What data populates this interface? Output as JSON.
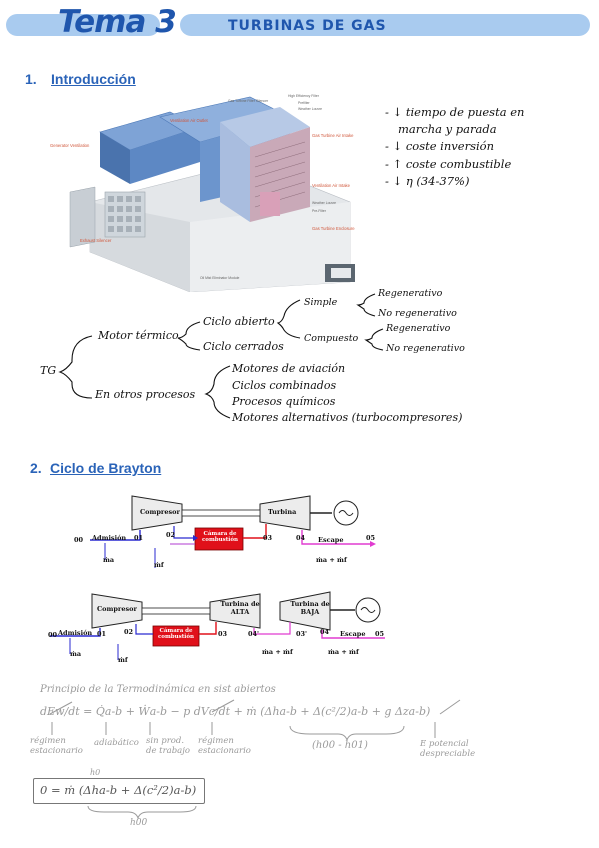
{
  "header": {
    "tema": "Tema 3",
    "title": "TURBINAS DE GAS"
  },
  "section1": {
    "number": "1.",
    "label": "Introducción"
  },
  "illustration": {
    "labels": [
      "Generator Ventilation",
      "Exhaust Silencer",
      "Ventilation Air Outlet",
      "Gas Turbine Air Intake",
      "Ventilation Air Intake",
      "Gas Turbine Enclosure",
      "High Efficiency Filter",
      "Prefilter",
      "Weather Louvre",
      "Gas Turbine Filter Silencer",
      "Weather Louvre",
      "Pre-Filter",
      "Oil Mist Eliminator Module"
    ]
  },
  "bullets": [
    "- ↓ tiempo de puesta en",
    "marcha y parada",
    "- ↓ coste inversión",
    "- ↑ coste combustible",
    "- ↓ η (34-37%)"
  ],
  "tree": {
    "root": "TG",
    "motor": "Motor térmico",
    "ciclo_abierto": "Ciclo abierto",
    "ciclo_cerrado": "Ciclo cerrados",
    "simple": "Simple",
    "compuesto": "Compuesto",
    "regenerativo": "Regenerativo",
    "no_regenerativo": "No regenerativo",
    "otros": "En otros procesos",
    "items": [
      "Motores de aviación",
      "Ciclos combinados",
      "Procesos químicos",
      "Motores alternativos (turbocompresores)"
    ]
  },
  "section2": {
    "number": "2.",
    "label": "Ciclo de Brayton"
  },
  "diagram1": {
    "compresor": "Compresor",
    "turbina": "Turbina",
    "camara": "Cámara de combustión",
    "admision": "Admisión",
    "escape": "Escape",
    "n00": "00",
    "n01": "01",
    "n02": "02",
    "n03": "03",
    "n04": "04",
    "n05": "05",
    "ma": "ṁa",
    "mf": "ṁf",
    "maf": "ṁa + ṁf"
  },
  "diagram2": {
    "compresor": "Compresor",
    "turbina_alta": "Turbina de ALTA",
    "turbina_baja": "Turbina de BAJA",
    "camara": "Cámara de combustión",
    "admision": "Admisión",
    "escape": "Escape",
    "n00": "00",
    "n01": "01",
    "n02": "02",
    "n03": "03",
    "n04": "04'",
    "n05": "05",
    "n06": "03'",
    "n07": "04",
    "ma": "ṁa",
    "mf": "ṁf",
    "maf1": "ṁa + ṁf",
    "maf2": "ṁa + ṁf"
  },
  "principle": {
    "title": "Principio de la Termodinámica en sist abiertos",
    "eq": "dEw/dt = Q̇a-b + Ẇa-b − p dVc/dt + ṁ (Δha-b + Δ(c²/2)a-b + g Δza-b)",
    "n1": "régimen estacionario",
    "n2": "adiabático",
    "n3": "sin prod. de trabajo",
    "n4": "régimen estacionario",
    "sub": "(h00 - h01)",
    "pot": "E potencial despreciable"
  },
  "result": {
    "eq": "0 = ṁ (Δha-b + Δ(c²/2)a-b)",
    "top": "h0",
    "bottom": "h00"
  }
}
